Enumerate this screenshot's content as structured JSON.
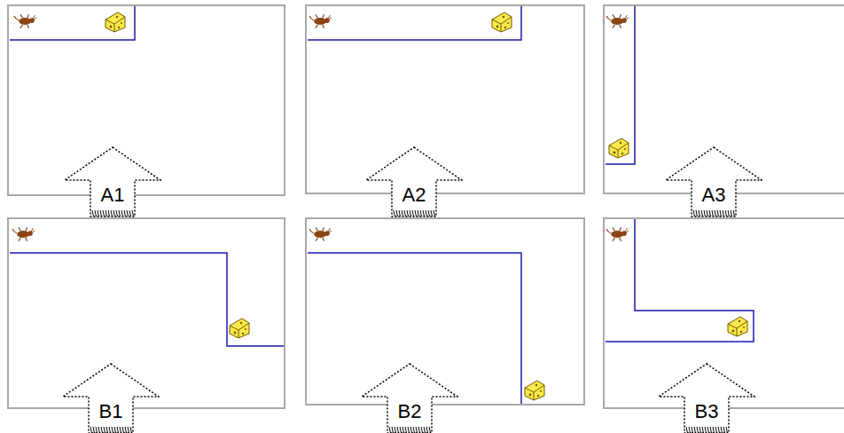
{
  "diagram": {
    "nodes": [
      {
        "text": [
          "A1"
        ]
      },
      {
        "text": [
          "A2"
        ]
      },
      {
        "text": [
          "A3"
        ]
      },
      {
        "text": [
          "B1"
        ]
      },
      {
        "text": [
          "B2"
        ]
      },
      {
        "text": [
          "B3"
        ]
      }
    ]
  }
}
